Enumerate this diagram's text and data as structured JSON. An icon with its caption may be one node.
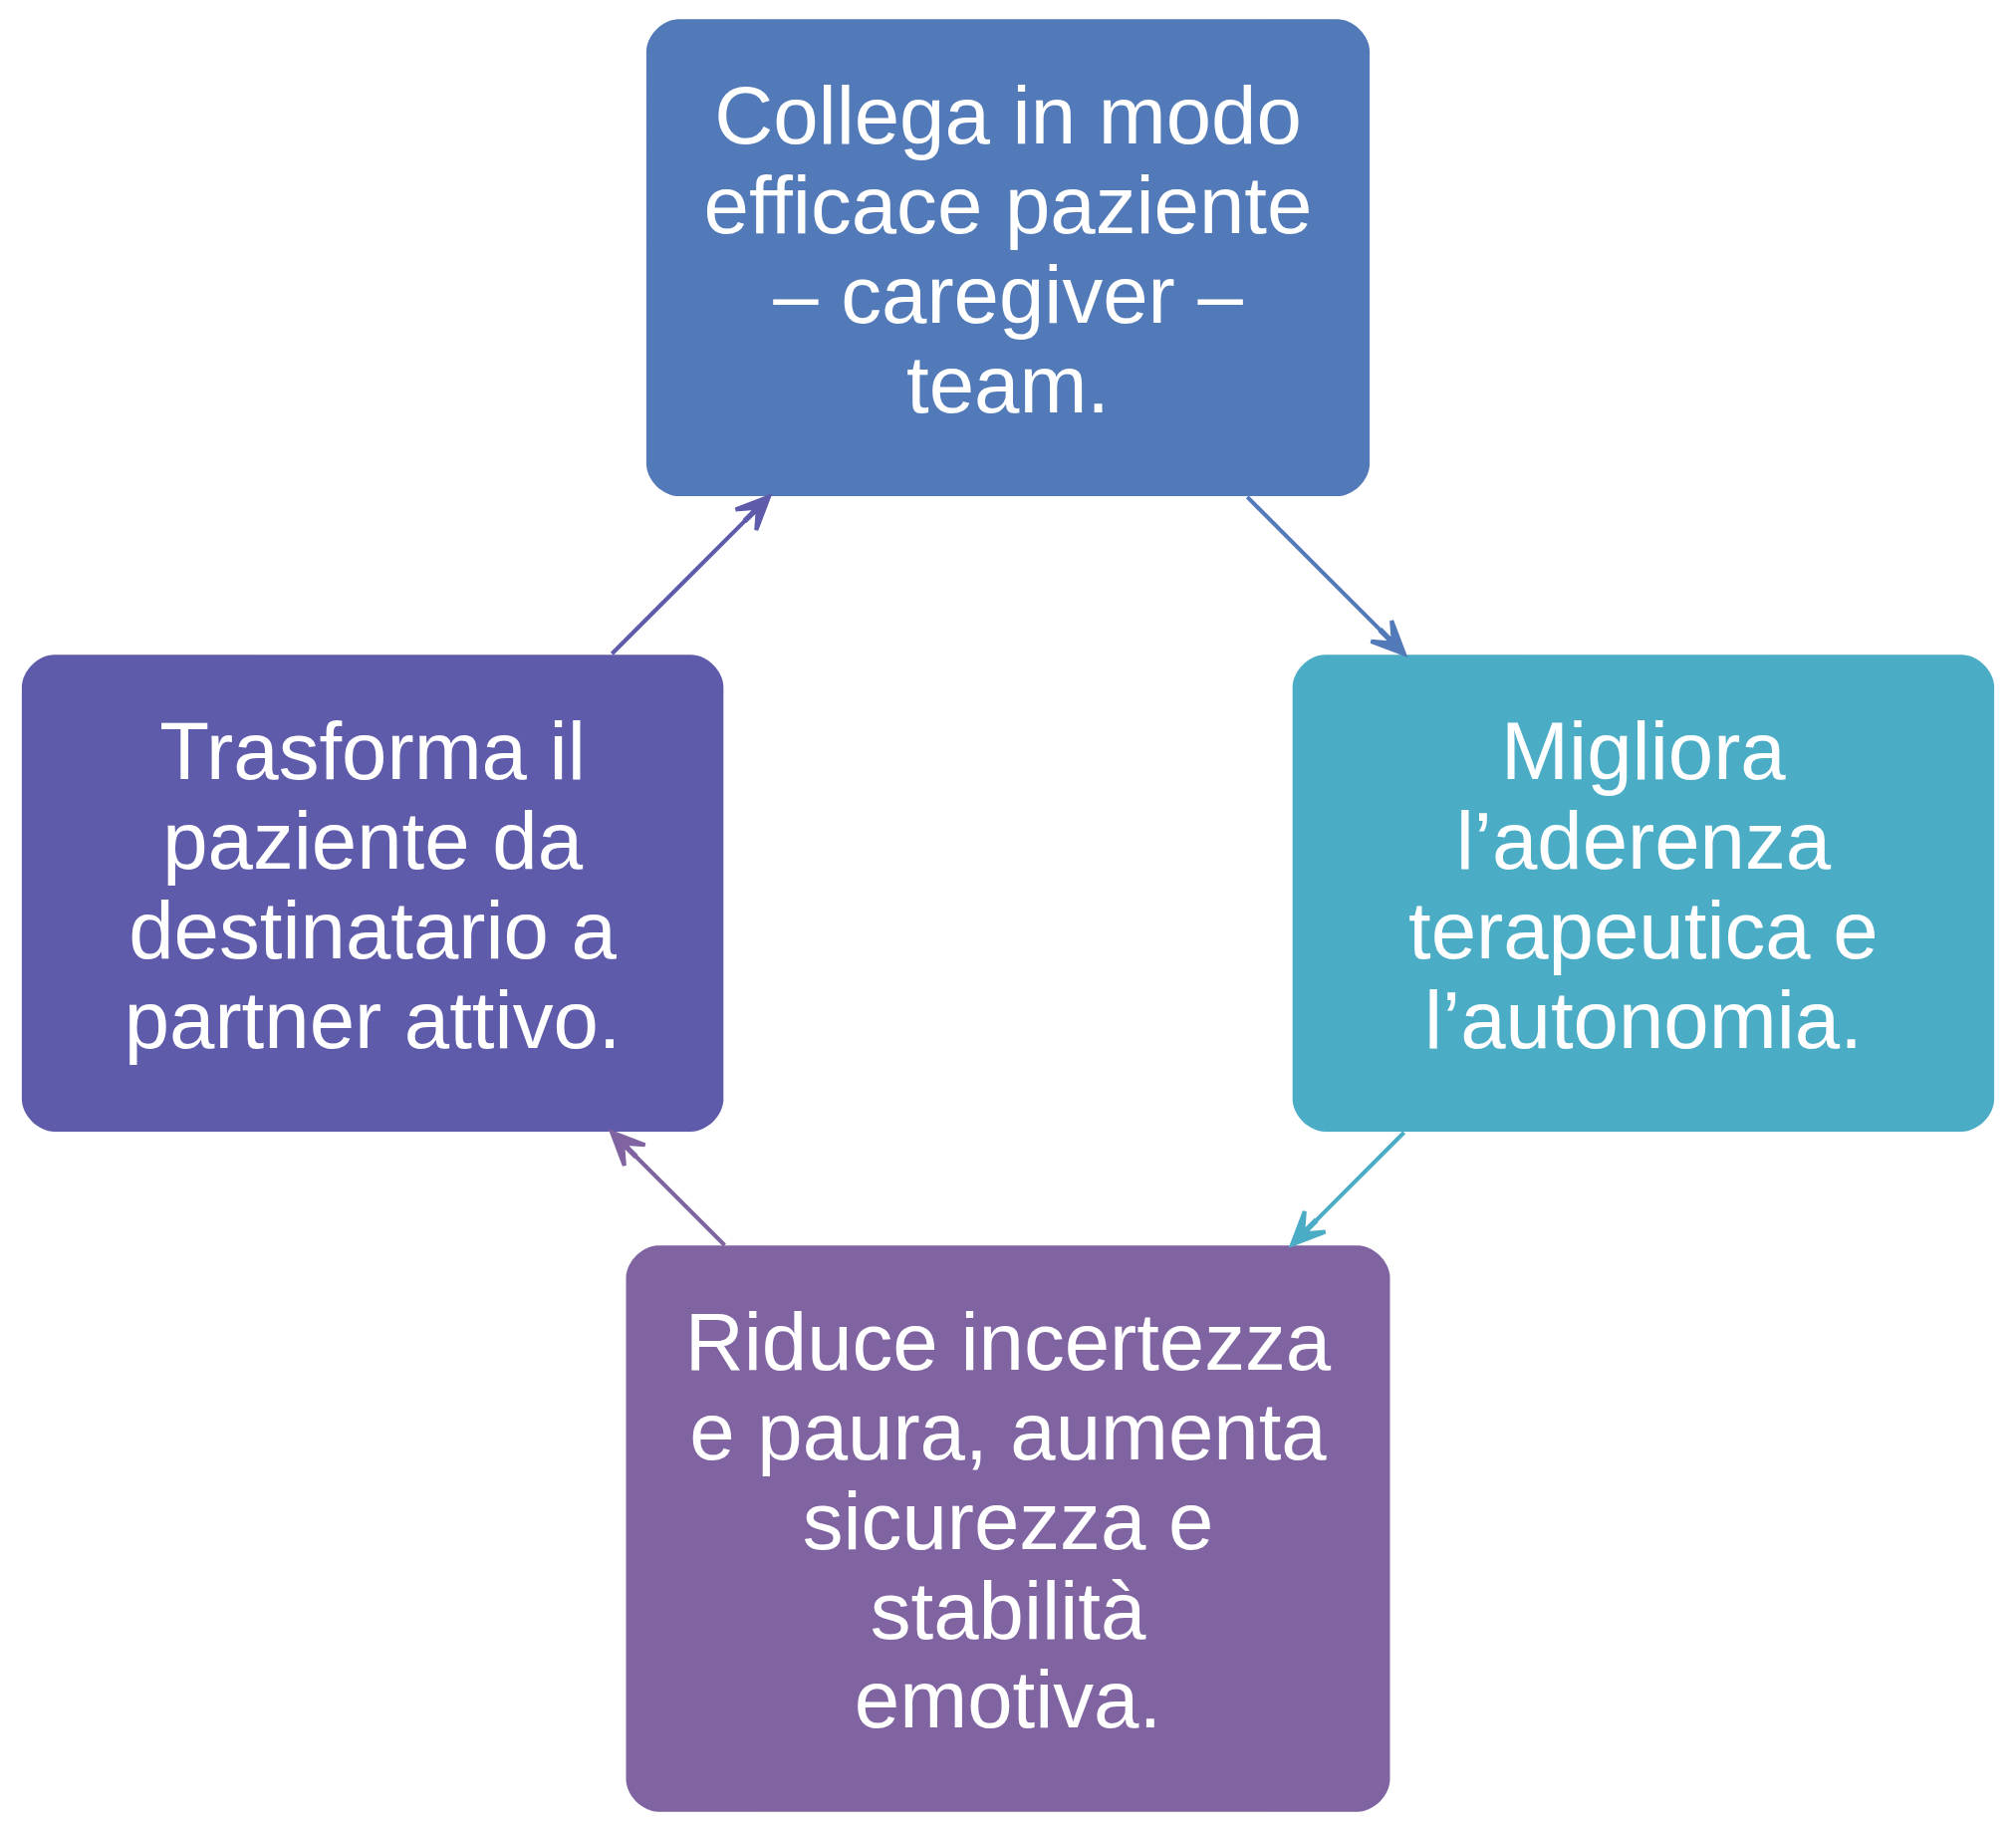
{
  "diagram": {
    "nodes": [
      {
        "text": [
          "Riduce incertezza e paura, aumenta sicurezza e stabilità emotiva."
        ]
      },
      {
        "text": [
          "Trasforma il paziente da destinatario a partner attivo."
        ]
      },
      {
        "text": [
          "Collega in modo efficace paziente – caregiver – team."
        ]
      },
      {
        "text": [
          "Migliora l’aderenza terapeutica e l’autonomia."
        ]
      }
    ],
    "edges": [
      {
        "from": 0,
        "to": 1,
        "arrow": "to",
        "color": "#8064a2"
      },
      {
        "from": 1,
        "to": 2,
        "arrow": "to",
        "color": "#5f5bab"
      },
      {
        "from": 2,
        "to": 3,
        "arrow": "to",
        "color": "#527ab8"
      },
      {
        "from": 3,
        "to": 0,
        "arrow": "to",
        "color": "#4bacc6"
      }
    ]
  }
}
